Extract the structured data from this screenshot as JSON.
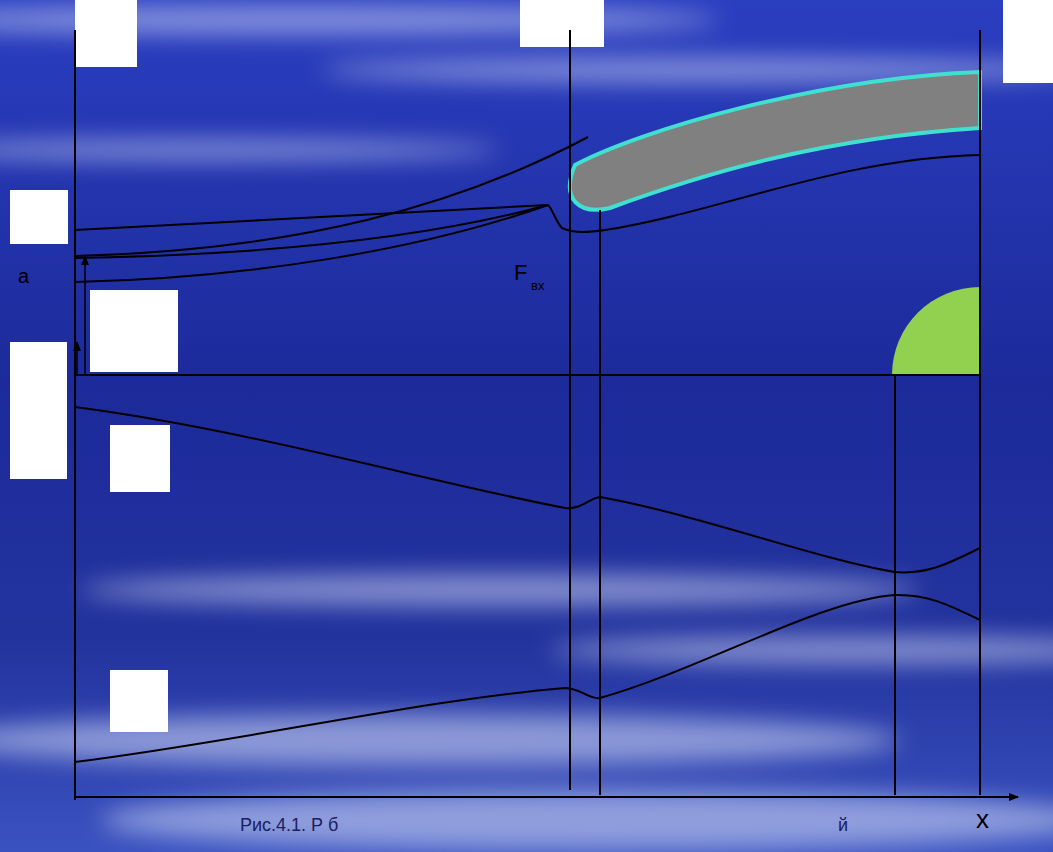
{
  "diagram": {
    "labels": [
      "a",
      "F",
      "вх",
      "x",
      "Рис.4.1. Р б",
      "й"
    ]
  }
}
